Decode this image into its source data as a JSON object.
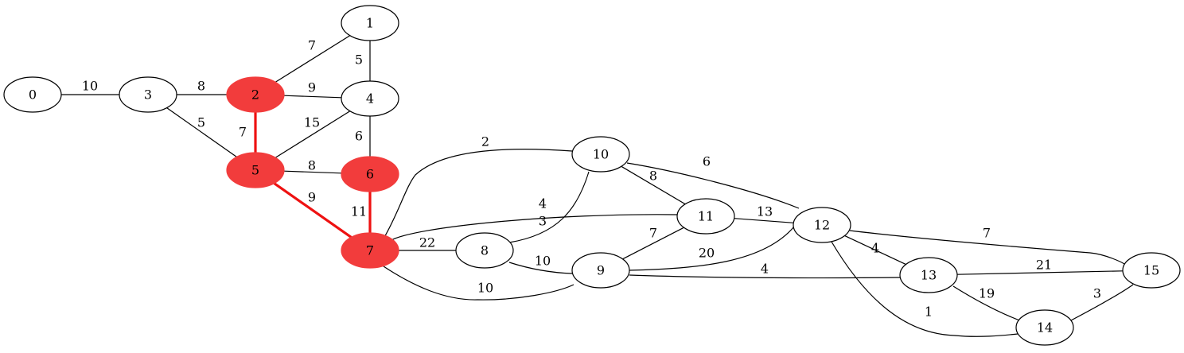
{
  "graph": {
    "highlight_color": "#f23c3c",
    "highlight_edge_color": "#ee1111",
    "nodes": [
      {
        "id": "0",
        "highlighted": false
      },
      {
        "id": "1",
        "highlighted": false
      },
      {
        "id": "2",
        "highlighted": true
      },
      {
        "id": "3",
        "highlighted": false
      },
      {
        "id": "4",
        "highlighted": false
      },
      {
        "id": "5",
        "highlighted": true
      },
      {
        "id": "6",
        "highlighted": true
      },
      {
        "id": "7",
        "highlighted": true
      },
      {
        "id": "8",
        "highlighted": false
      },
      {
        "id": "9",
        "highlighted": false
      },
      {
        "id": "10",
        "highlighted": false
      },
      {
        "id": "11",
        "highlighted": false
      },
      {
        "id": "12",
        "highlighted": false
      },
      {
        "id": "13",
        "highlighted": false
      },
      {
        "id": "14",
        "highlighted": false
      },
      {
        "id": "15",
        "highlighted": false
      }
    ],
    "edges": [
      {
        "source": "0",
        "target": "3",
        "weight": "10",
        "highlighted": false
      },
      {
        "source": "3",
        "target": "2",
        "weight": "8",
        "highlighted": false
      },
      {
        "source": "3",
        "target": "5",
        "weight": "5",
        "highlighted": false
      },
      {
        "source": "2",
        "target": "1",
        "weight": "7",
        "highlighted": false
      },
      {
        "source": "1",
        "target": "4",
        "weight": "5",
        "highlighted": false
      },
      {
        "source": "2",
        "target": "4",
        "weight": "9",
        "highlighted": false
      },
      {
        "source": "2",
        "target": "5",
        "weight": "7",
        "highlighted": true
      },
      {
        "source": "4",
        "target": "5",
        "weight": "15",
        "highlighted": false
      },
      {
        "source": "4",
        "target": "6",
        "weight": "6",
        "highlighted": false
      },
      {
        "source": "5",
        "target": "6",
        "weight": "8",
        "highlighted": false
      },
      {
        "source": "5",
        "target": "7",
        "weight": "9",
        "highlighted": true
      },
      {
        "source": "6",
        "target": "7",
        "weight": "11",
        "highlighted": true
      },
      {
        "source": "7",
        "target": "10",
        "weight": "2",
        "highlighted": false
      },
      {
        "source": "7",
        "target": "11",
        "weight": "4",
        "highlighted": false
      },
      {
        "source": "7",
        "target": "8",
        "weight": "22",
        "highlighted": false
      },
      {
        "source": "7",
        "target": "9",
        "weight": "10",
        "highlighted": false
      },
      {
        "source": "8",
        "target": "10",
        "weight": "3",
        "highlighted": false
      },
      {
        "source": "8",
        "target": "9",
        "weight": "10",
        "highlighted": false
      },
      {
        "source": "10",
        "target": "11",
        "weight": "8",
        "highlighted": false
      },
      {
        "source": "10",
        "target": "12",
        "weight": "6",
        "highlighted": false
      },
      {
        "source": "11",
        "target": "12",
        "weight": "13",
        "highlighted": false
      },
      {
        "source": "9",
        "target": "11",
        "weight": "7",
        "highlighted": false
      },
      {
        "source": "9",
        "target": "12",
        "weight": "20",
        "highlighted": false
      },
      {
        "source": "9",
        "target": "13",
        "weight": "4",
        "highlighted": false
      },
      {
        "source": "12",
        "target": "13",
        "weight": "4",
        "highlighted": false
      },
      {
        "source": "12",
        "target": "15",
        "weight": "7",
        "highlighted": false
      },
      {
        "source": "12",
        "target": "14",
        "weight": "1",
        "highlighted": false
      },
      {
        "source": "13",
        "target": "15",
        "weight": "21",
        "highlighted": false
      },
      {
        "source": "13",
        "target": "14",
        "weight": "19",
        "highlighted": false
      },
      {
        "source": "14",
        "target": "15",
        "weight": "3",
        "highlighted": false
      }
    ]
  }
}
